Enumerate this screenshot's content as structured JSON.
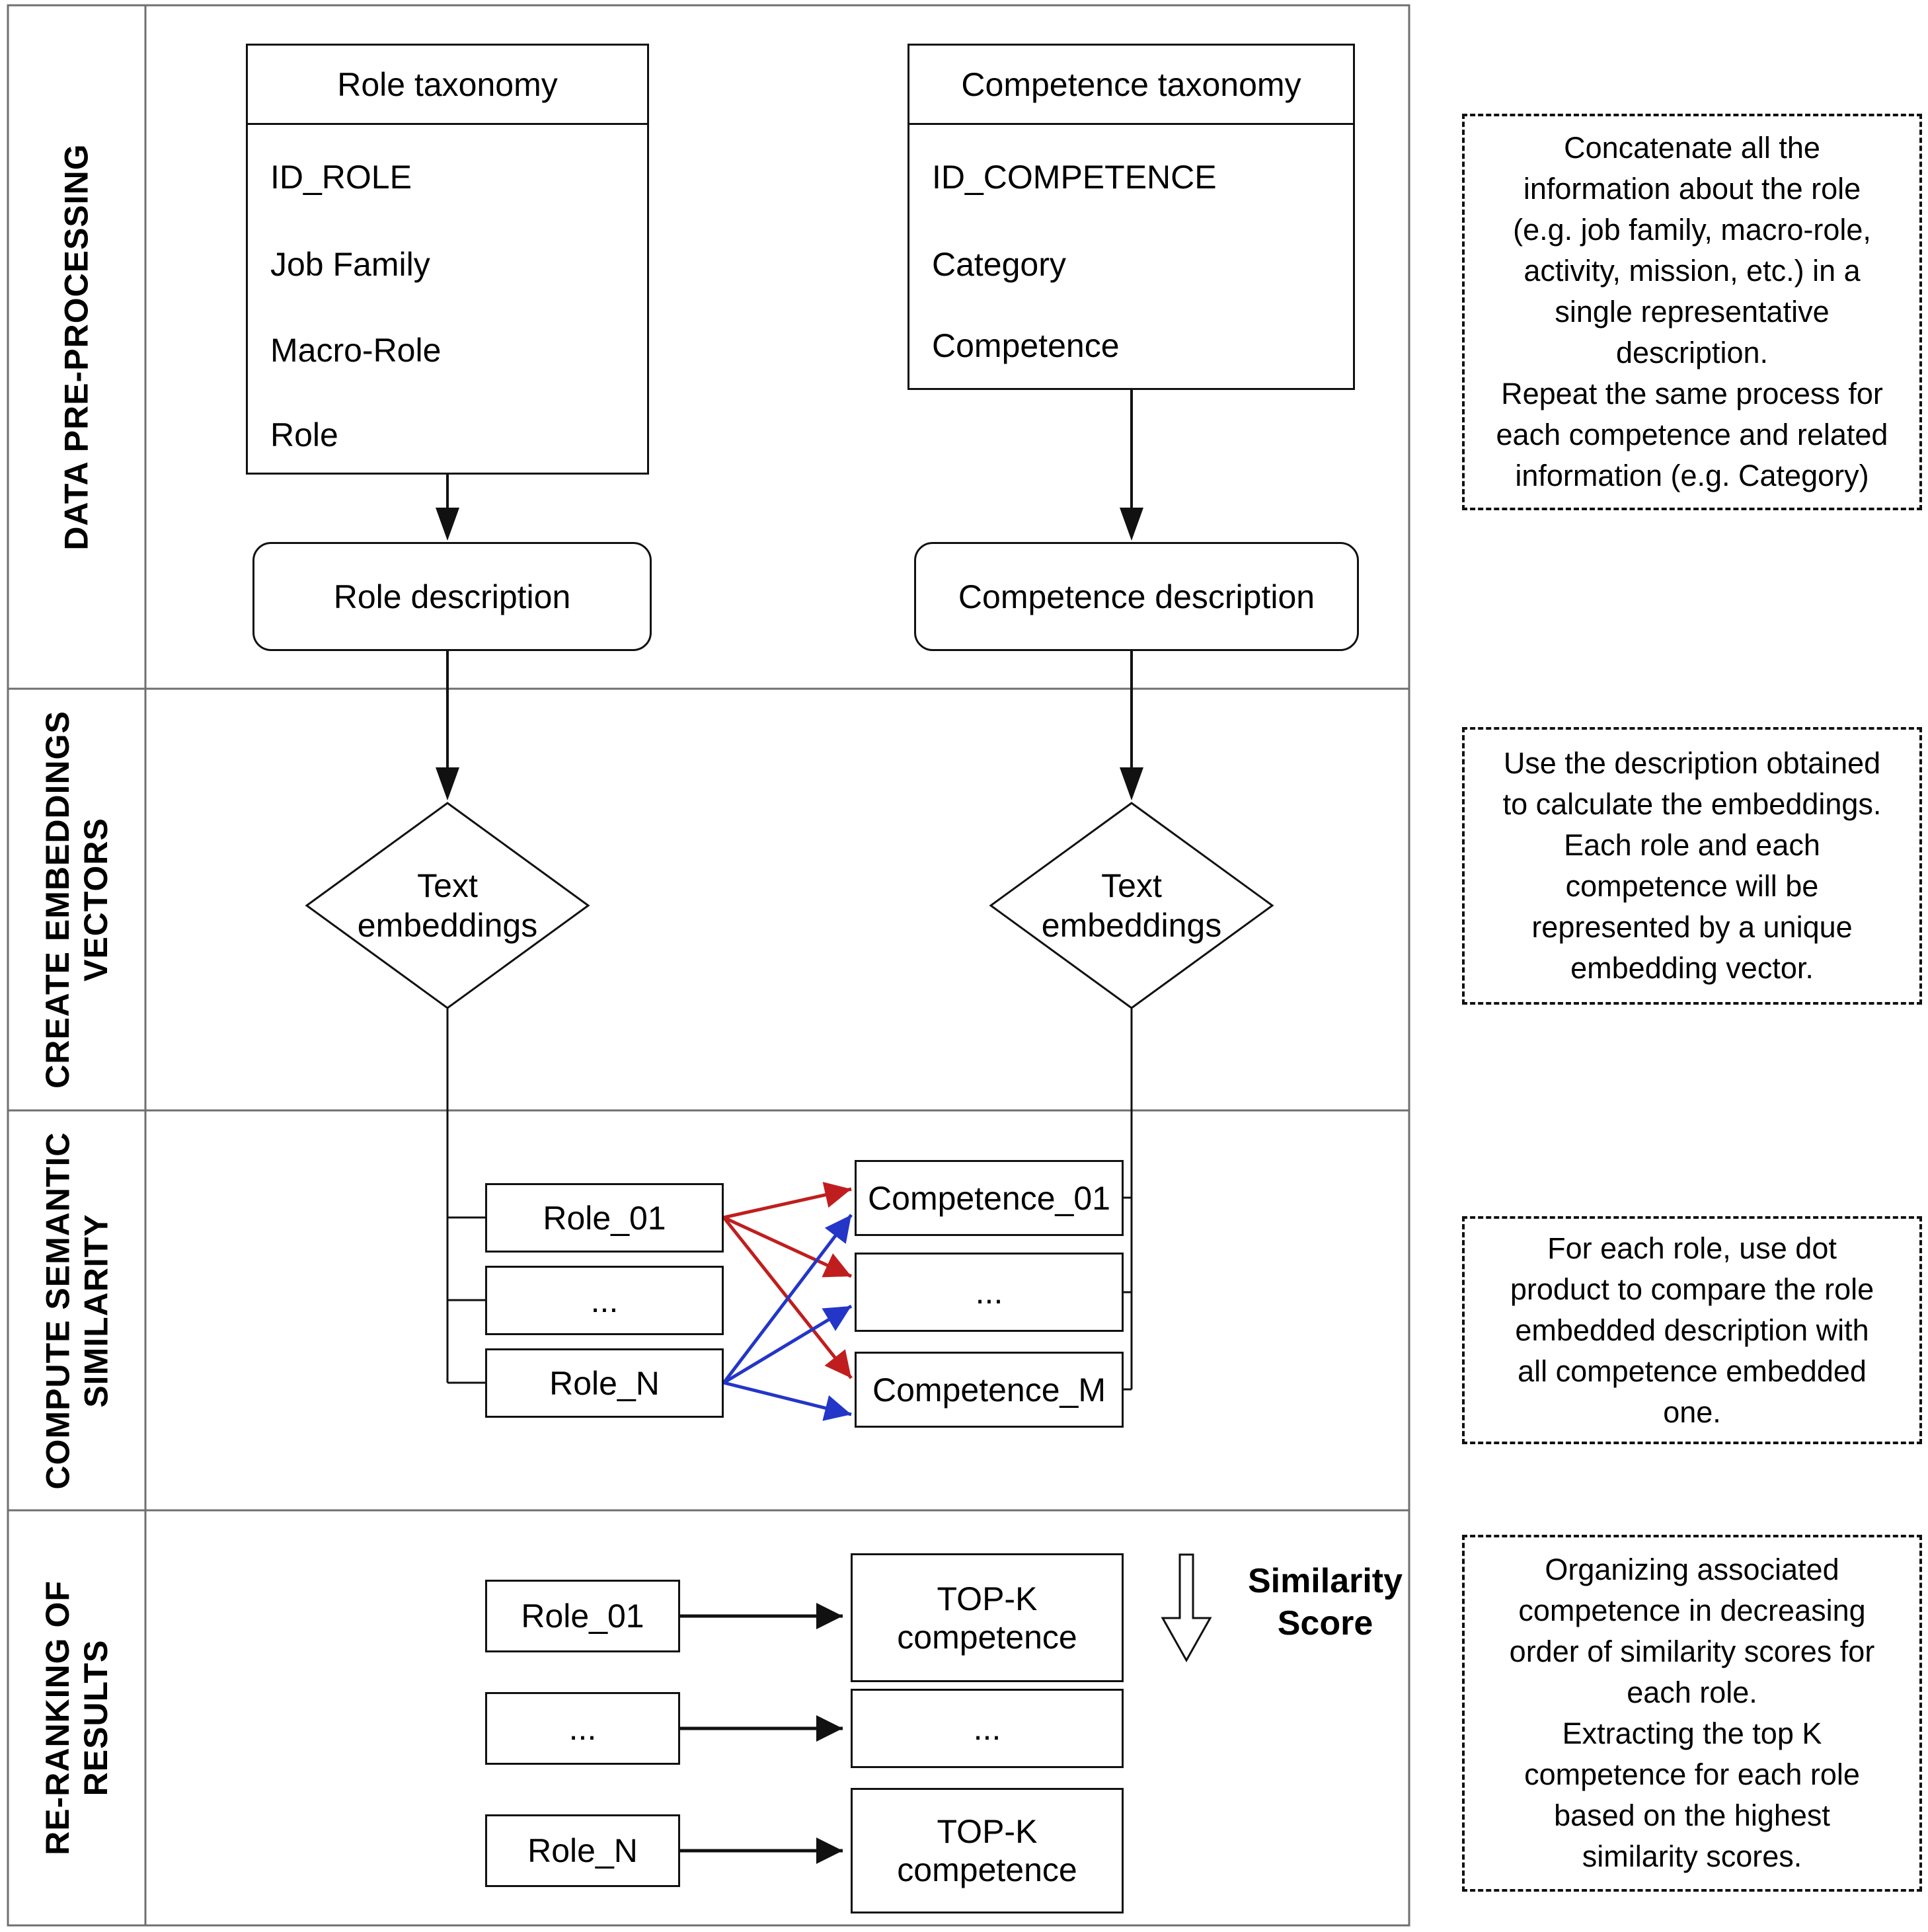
{
  "colors": {
    "ink": "#111111",
    "grid_line": "#6f6f6f",
    "red_arrow": "#c01e1e",
    "blue_arrow": "#2336c8"
  },
  "lanes": [
    {
      "label_lines": [
        "DATA PRE-PROCESSING",
        ""
      ]
    },
    {
      "label_lines": [
        "CREATE EMBEDDINGS",
        "VECTORS"
      ]
    },
    {
      "label_lines": [
        "COMPUTE SEMANTIC",
        "SIMILARITY"
      ]
    },
    {
      "label_lines": [
        "RE-RANKING OF",
        "RESULTS"
      ]
    }
  ],
  "preprocessing": {
    "role_taxonomy": {
      "title": "Role taxonomy",
      "fields": [
        "ID_ROLE",
        "Job Family",
        "Macro-Role",
        "Role"
      ]
    },
    "competence_taxonomy": {
      "title": "Competence taxonomy",
      "fields": [
        "ID_COMPETENCE",
        "Category",
        "Competence"
      ]
    },
    "role_description": "Role description",
    "competence_description": "Competence description"
  },
  "embeddings": {
    "diamond": {
      "line1": "Text",
      "line2": "embeddings"
    }
  },
  "similarity": {
    "roles": [
      "Role_01",
      "...",
      "Role_N"
    ],
    "competences": [
      "Competence_01",
      "...",
      "Competence_M"
    ]
  },
  "reranking": {
    "roles": [
      "Role_01",
      "...",
      "Role_N"
    ],
    "topk": {
      "line1": "TOP-K",
      "line2": "competence"
    },
    "ellipsis": "...",
    "similarity_score": {
      "line1": "Similarity",
      "line2": "Score"
    }
  },
  "annotations": [
    {
      "lines": [
        "Concatenate all the",
        "information about the role",
        "(e.g. job family, macro-role,",
        "activity, mission, etc.) in a",
        "single representative",
        "description.",
        "Repeat the same process for",
        "each competence and related",
        "information (e.g. Category)"
      ]
    },
    {
      "lines": [
        "Use the description obtained",
        "to calculate the embeddings.",
        "Each role and each",
        "competence will be",
        "represented by a unique",
        "embedding vector."
      ]
    },
    {
      "lines": [
        "For each role, use dot",
        "product to compare the role",
        "embedded description with",
        "all competence embedded",
        "one."
      ]
    },
    {
      "lines": [
        "Organizing associated",
        "competence in decreasing",
        "order of similarity scores for",
        "each role.",
        "Extracting the top K",
        "competence for each role",
        "based on the highest",
        "similarity scores."
      ]
    }
  ]
}
